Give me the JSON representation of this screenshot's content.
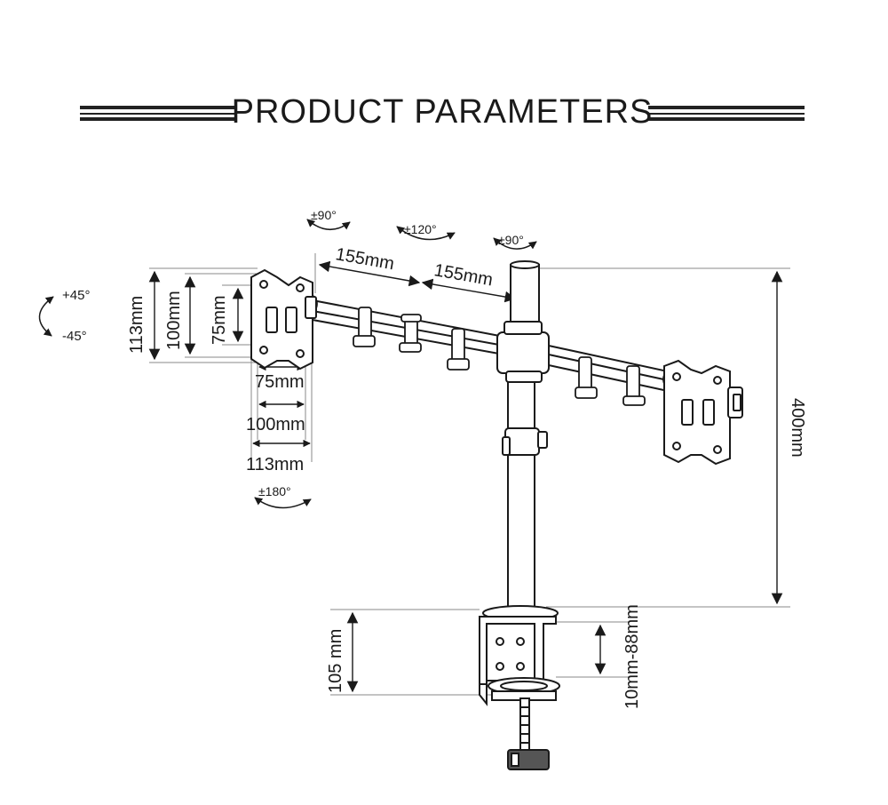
{
  "title": "PRODUCT PARAMETERS",
  "rotation": {
    "left_arm_swivel": "±90°",
    "center_swivel": "±120°",
    "right_arm_swivel": "±90°",
    "tilt_up": "+45°",
    "tilt_down": "-45°",
    "rotate": "±180°"
  },
  "dimensions": {
    "arm_segment_1": "155mm",
    "arm_segment_2": "155mm",
    "vesa_height_113": "113mm",
    "vesa_height_100": "100mm",
    "vesa_height_75": "75mm",
    "vesa_width_75": "75mm",
    "vesa_width_100": "100mm",
    "vesa_width_113": "113mm",
    "pole_height": "400mm",
    "clamp_depth": "105 mm",
    "desk_thickness": "10mm-88mm"
  }
}
